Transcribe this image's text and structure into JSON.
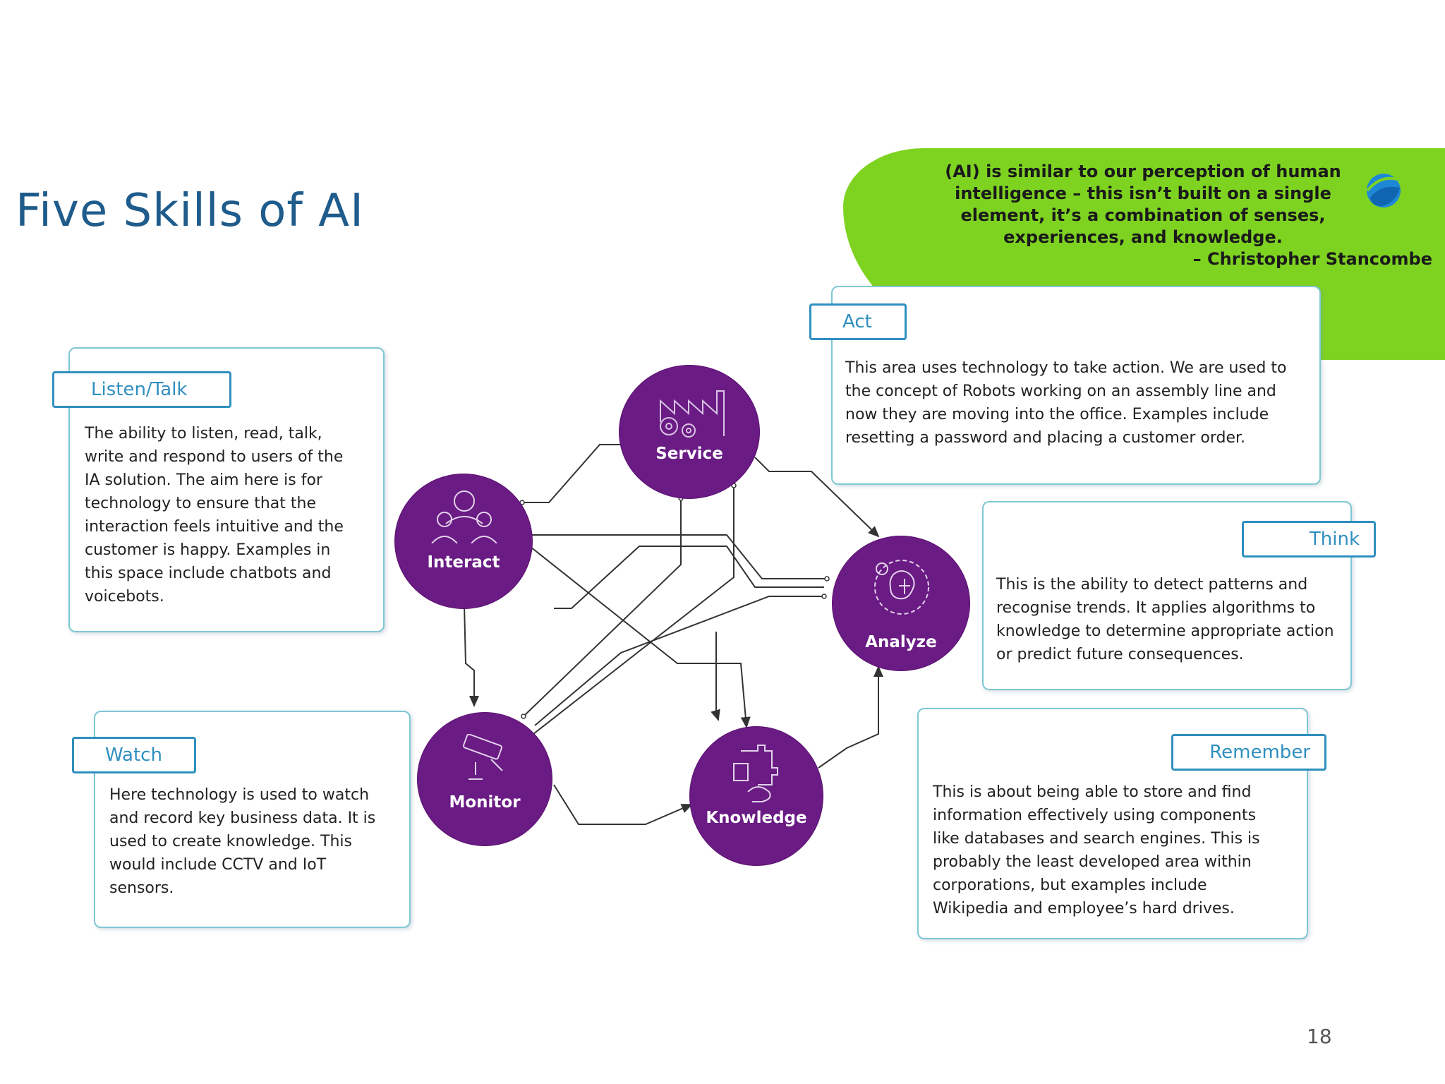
{
  "title": "Five Skills of AI",
  "quote": {
    "text": "(AI) is similar to our perception of human intelligence – this isn’t built on a single element, it’s a combination of senses, experiences, and knowledge.",
    "author": "– Christopher Stancombe"
  },
  "colors": {
    "node": "#6a1b84",
    "accent": "#2f8fbf",
    "quote_background": "#7ed321",
    "title": "#1f5c8c"
  },
  "nodes": {
    "service": "Service",
    "interact": "Interact",
    "analyze": "Analyze",
    "monitor": "Monitor",
    "knowledge": "Knowledge"
  },
  "boxes": {
    "listen": {
      "label": "Listen/Talk",
      "text": "The ability to listen, read, talk, write and respond to users of the IA solution. The aim here is for technology to ensure that the interaction feels intuitive and the customer is happy.  Examples in this space include chatbots and voicebots."
    },
    "watch": {
      "label": "Watch",
      "text": "Here technology is used to watch and record key business data. It is used to create knowledge. This would include CCTV and IoT sensors."
    },
    "act": {
      "label": "Act",
      "text": "This area uses technology to take action. We are used to the concept of Robots working on an assembly line and now they are moving into the office.  Examples include resetting a password and placing a customer order."
    },
    "think": {
      "label": "Think",
      "text": "This is the ability to detect patterns and recognise trends.  It applies algorithms to knowledge to determine appropriate action or predict future consequences."
    },
    "remember": {
      "label": "Remember",
      "text": "This is about being able to store and find information effectively using components like databases and search engines. This is probably the least developed area within corporations, but examples include Wikipedia and employee’s hard drives."
    }
  },
  "page_number": "18"
}
